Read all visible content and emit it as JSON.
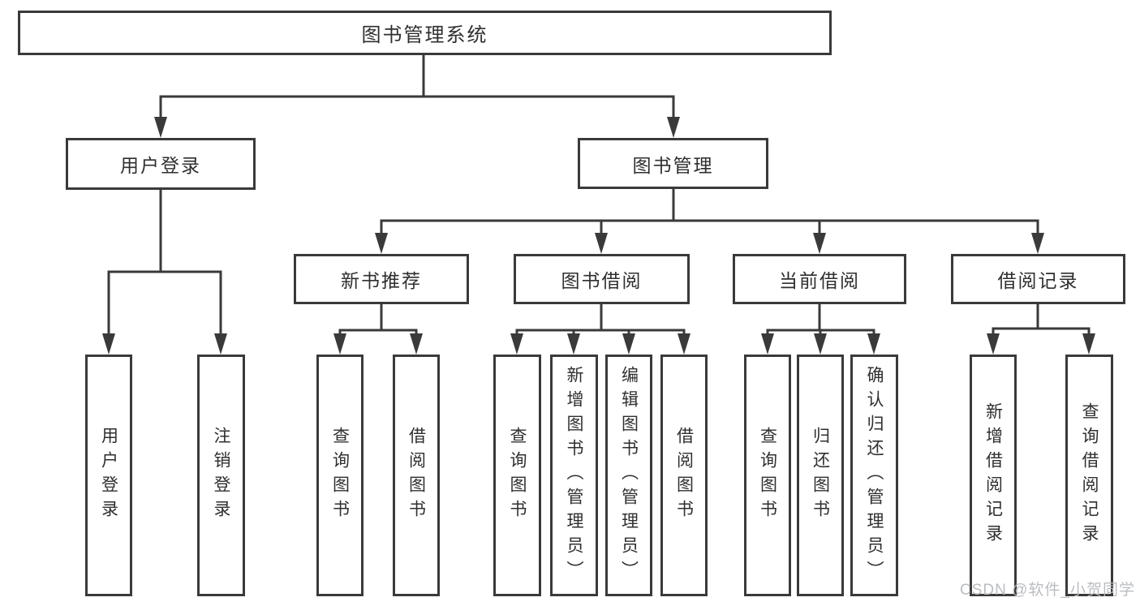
{
  "diagram": {
    "root": {
      "label": "图书管理系统"
    },
    "branches": [
      {
        "label": "用户登录",
        "children": [
          {
            "label": "用户登录"
          },
          {
            "label": "注销登录"
          }
        ]
      },
      {
        "label": "图书管理",
        "groups": [
          {
            "label": "新书推荐",
            "children": [
              {
                "label": "查询图书"
              },
              {
                "label": "借阅图书"
              }
            ]
          },
          {
            "label": "图书借阅",
            "children": [
              {
                "label": "查询图书"
              },
              {
                "label": "新增图书（管理员）"
              },
              {
                "label": "编辑图书（管理员）"
              },
              {
                "label": "借阅图书"
              }
            ]
          },
          {
            "label": "当前借阅",
            "children": [
              {
                "label": "查询图书"
              },
              {
                "label": "归还图书"
              },
              {
                "label": "确认归还（管理员）"
              }
            ]
          },
          {
            "label": "借阅记录",
            "children": [
              {
                "label": "新增借阅记录"
              },
              {
                "label": "查询借阅记录"
              }
            ]
          }
        ]
      }
    ],
    "watermark": "CSDN @软件_小贺同学",
    "colors": {
      "line": "#3a3a3a",
      "text": "#2f2f2f",
      "watermark": "#b7babe",
      "background": "#ffffff"
    }
  }
}
